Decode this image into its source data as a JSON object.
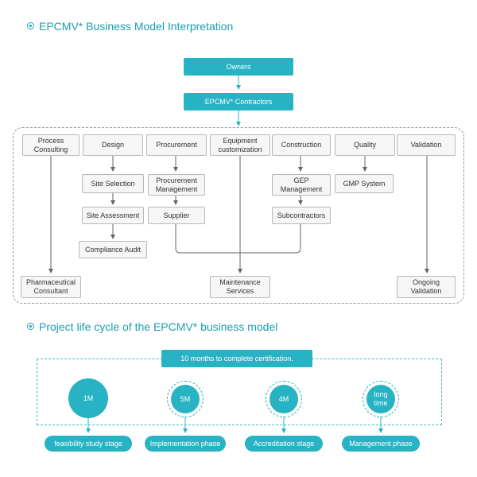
{
  "sections": {
    "model_title": "EPCMV* Business Model Interpretation",
    "lifecycle_title": "Project life cycle of the EPCMV* business model"
  },
  "top": {
    "owners": "Owners",
    "contractors": "EPCMV* Contractors"
  },
  "columns": {
    "process_consulting": "Process\nConsulting",
    "design": "Design",
    "procurement": "Procurement",
    "equipment": "Equipment\ncustomization",
    "construction": "Construction",
    "quality": "Quality",
    "validation": "Validation"
  },
  "sub": {
    "site_selection": "Site Selection",
    "site_assessment": "Site Assessment",
    "compliance_audit": "Compliance Audit",
    "procurement_management": "Procurement\nManagement",
    "supplier": "Supplier",
    "gep_management": "GEP\nManagement",
    "subcontractors": "Subcontractors",
    "gmp_system": "GMP System"
  },
  "bottom": {
    "pharmaceutical_consultant": "Pharmaceutical\nConsultant",
    "maintenance_services": "Maintenance\nServices",
    "ongoing_validation": "Ongoing\nValidation"
  },
  "lifecycle": {
    "banner": "10 months to complete certification.",
    "stages": [
      {
        "circle": "1M",
        "label": "feasibility study stage"
      },
      {
        "circle": "5M",
        "label": "Implementation phase"
      },
      {
        "circle": "4M",
        "label": "Accreditation stage"
      },
      {
        "circle": "long\ntime",
        "label": "Management phase"
      }
    ]
  },
  "colors": {
    "accent": "#27b3c3",
    "title": "#1b9fb0",
    "box_border": "#b8b8b8",
    "box_fill": "#f6f6f6"
  }
}
